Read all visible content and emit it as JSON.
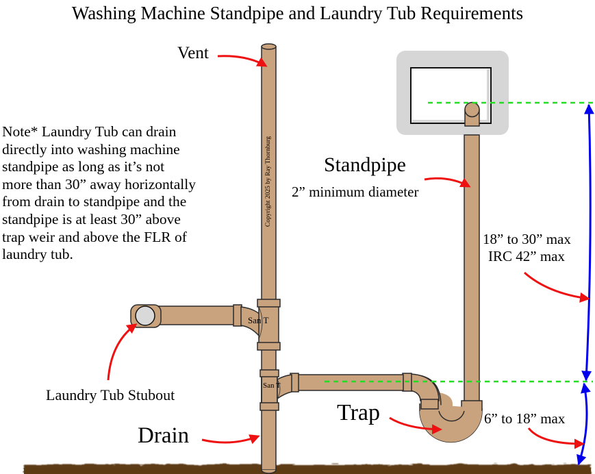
{
  "title": "Washing Machine Standpipe and Laundry Tub Requirements",
  "note_lines": [
    "Note* Laundry Tub can drain",
    "directly into washing machine",
    "standpipe as long as it’s not",
    "more than 30”  away horizontally",
    "from drain to standpipe and the",
    "standpipe is at least 30” above",
    "trap weir and above the FLR of",
    "laundry tub."
  ],
  "labels": {
    "vent": "Vent",
    "standpipe": "Standpipe",
    "standpipe_sub": "2” minimum diameter",
    "upper_range": "18” to 30” max",
    "upper_range_irc": "IRC 42” max",
    "lower_range": "6” to 18” max",
    "trap": "Trap",
    "drain": "Drain",
    "stubout": "Laundry Tub Stubout",
    "san_tee_upper": "San T",
    "san_tee_lower": "San T",
    "copyright": "Copyright 2025 by Ray Thornburg"
  },
  "colors": {
    "pipe": "#C9A27E",
    "pipe_outline": "#2b2b2b",
    "callout_arrow": "#EE1111",
    "dimension_arrow": "#0000EE",
    "reference_line": "#22DD22",
    "ground": "#5C3A12",
    "washer_box": "#D6D6D6",
    "stubout_cap": "#D9D9D9"
  }
}
